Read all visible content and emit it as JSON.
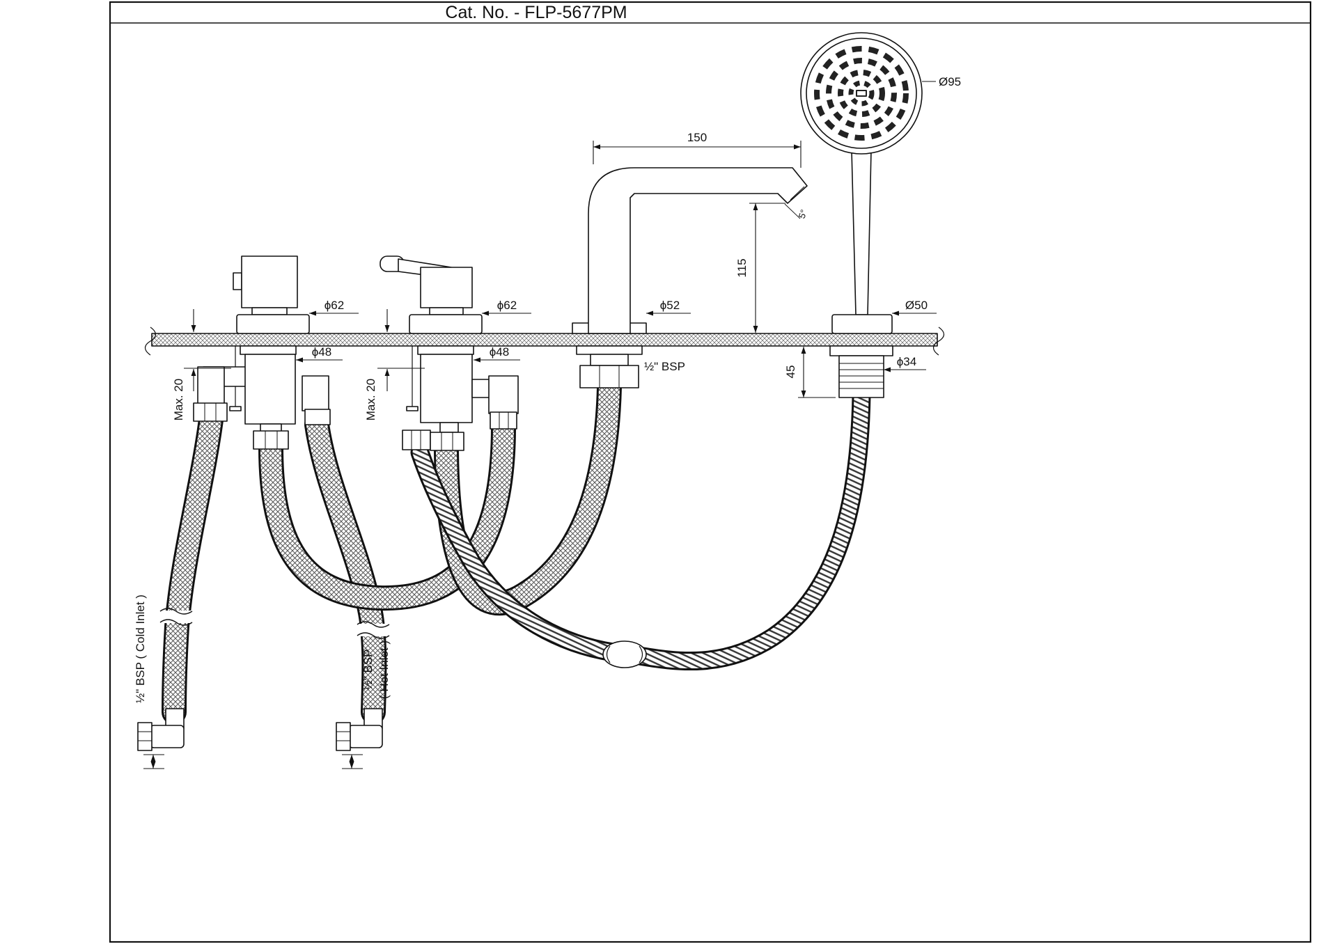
{
  "title": "Cat. No. - FLP-5677PM",
  "dims": {
    "shower_head_dia": "Ø95",
    "spout_reach": "150",
    "spout_height": "115",
    "spout_angle": "5°",
    "valve1_body_dia": "ϕ62",
    "valve2_body_dia": "ϕ62",
    "spout_base_dia": "ϕ52",
    "holder_dia": "Ø50",
    "valve1_hole_dia": "ϕ48",
    "valve2_hole_dia": "ϕ48",
    "holder_shank_dia": "ϕ34",
    "holder_shank_len": "45",
    "deck_max1": "Max. 20",
    "deck_max2": "Max. 20",
    "spout_connection": "½\" BSP",
    "cold_inlet_label": "½\" BSP ( Cold Inlet )",
    "hot_inlet_bsp": "½\" BSP",
    "hot_inlet_label": "( Hot Inlet )"
  }
}
